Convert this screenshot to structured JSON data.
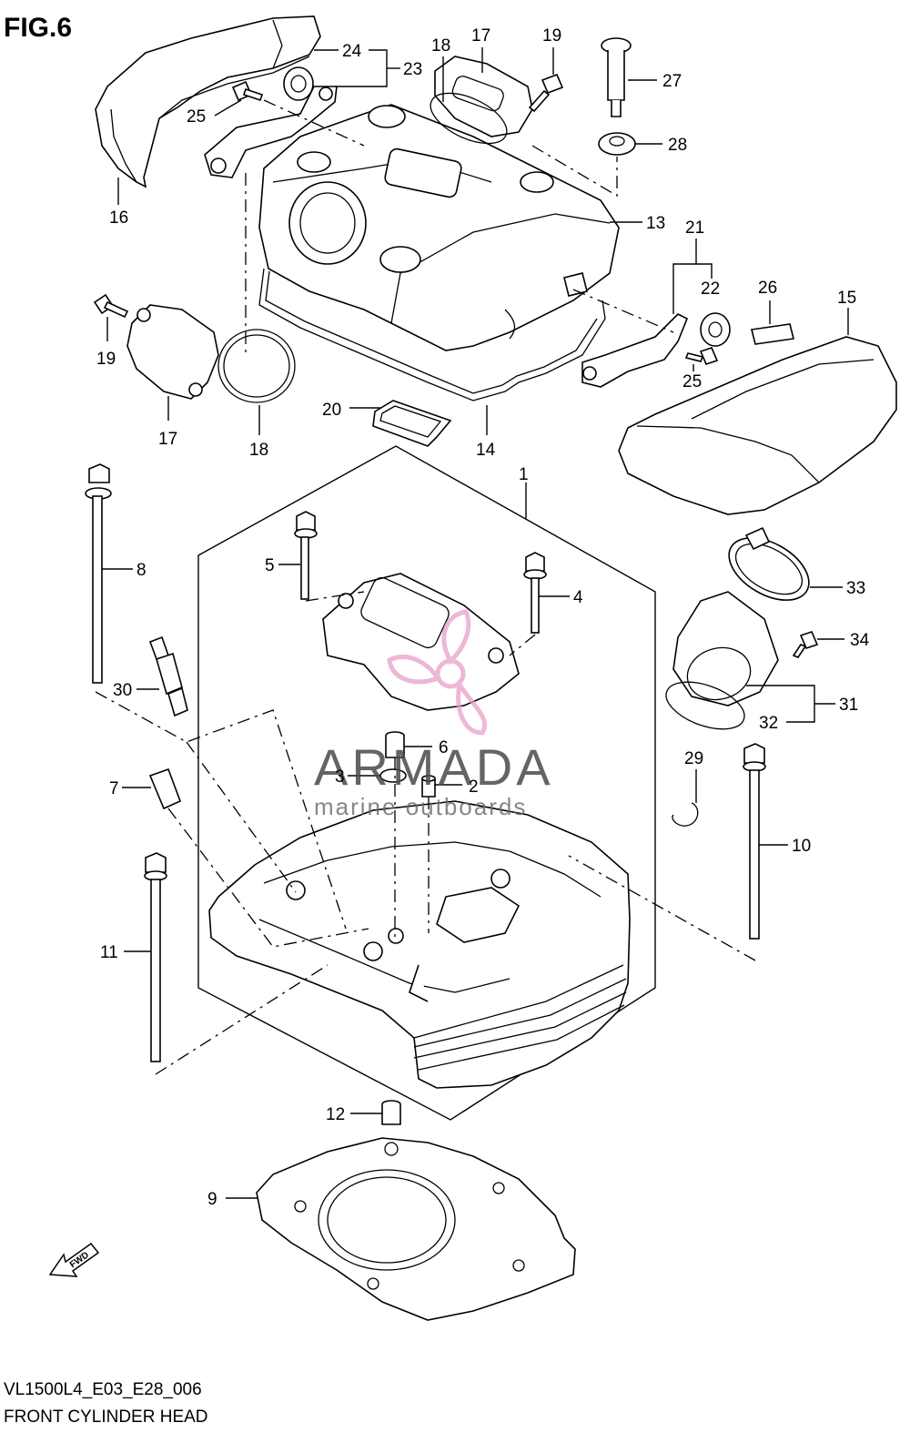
{
  "figure": {
    "title": "FIG.6",
    "model_code": "VL1500L4_E03_E28_006",
    "caption": "FRONT CYLINDER HEAD"
  },
  "watermark": {
    "brand": "ARMADA",
    "tagline": "marine outboards",
    "color_pink": "#e8a0c8",
    "color_gray": "#4a4a4a"
  },
  "fwd_arrow": {
    "label": "FWD"
  },
  "callouts": [
    {
      "id": "c1",
      "label": "1"
    },
    {
      "id": "c2",
      "label": "2"
    },
    {
      "id": "c3",
      "label": "3"
    },
    {
      "id": "c4",
      "label": "4"
    },
    {
      "id": "c5",
      "label": "5"
    },
    {
      "id": "c6",
      "label": "6"
    },
    {
      "id": "c7",
      "label": "7"
    },
    {
      "id": "c8",
      "label": "8"
    },
    {
      "id": "c9",
      "label": "9"
    },
    {
      "id": "c10",
      "label": "10"
    },
    {
      "id": "c11",
      "label": "11"
    },
    {
      "id": "c12",
      "label": "12"
    },
    {
      "id": "c13",
      "label": "13"
    },
    {
      "id": "c14",
      "label": "14"
    },
    {
      "id": "c15",
      "label": "15"
    },
    {
      "id": "c16",
      "label": "16"
    },
    {
      "id": "c17a",
      "label": "17"
    },
    {
      "id": "c17b",
      "label": "17"
    },
    {
      "id": "c18a",
      "label": "18"
    },
    {
      "id": "c18b",
      "label": "18"
    },
    {
      "id": "c19a",
      "label": "19"
    },
    {
      "id": "c19b",
      "label": "19"
    },
    {
      "id": "c20",
      "label": "20"
    },
    {
      "id": "c21",
      "label": "21"
    },
    {
      "id": "c22",
      "label": "22"
    },
    {
      "id": "c23",
      "label": "23"
    },
    {
      "id": "c24",
      "label": "24"
    },
    {
      "id": "c25a",
      "label": "25"
    },
    {
      "id": "c25b",
      "label": "25"
    },
    {
      "id": "c26",
      "label": "26"
    },
    {
      "id": "c27",
      "label": "27"
    },
    {
      "id": "c28",
      "label": "28"
    },
    {
      "id": "c29",
      "label": "29"
    },
    {
      "id": "c30",
      "label": "30"
    },
    {
      "id": "c31",
      "label": "31"
    },
    {
      "id": "c32",
      "label": "32"
    },
    {
      "id": "c33",
      "label": "33"
    },
    {
      "id": "c34",
      "label": "34"
    }
  ]
}
